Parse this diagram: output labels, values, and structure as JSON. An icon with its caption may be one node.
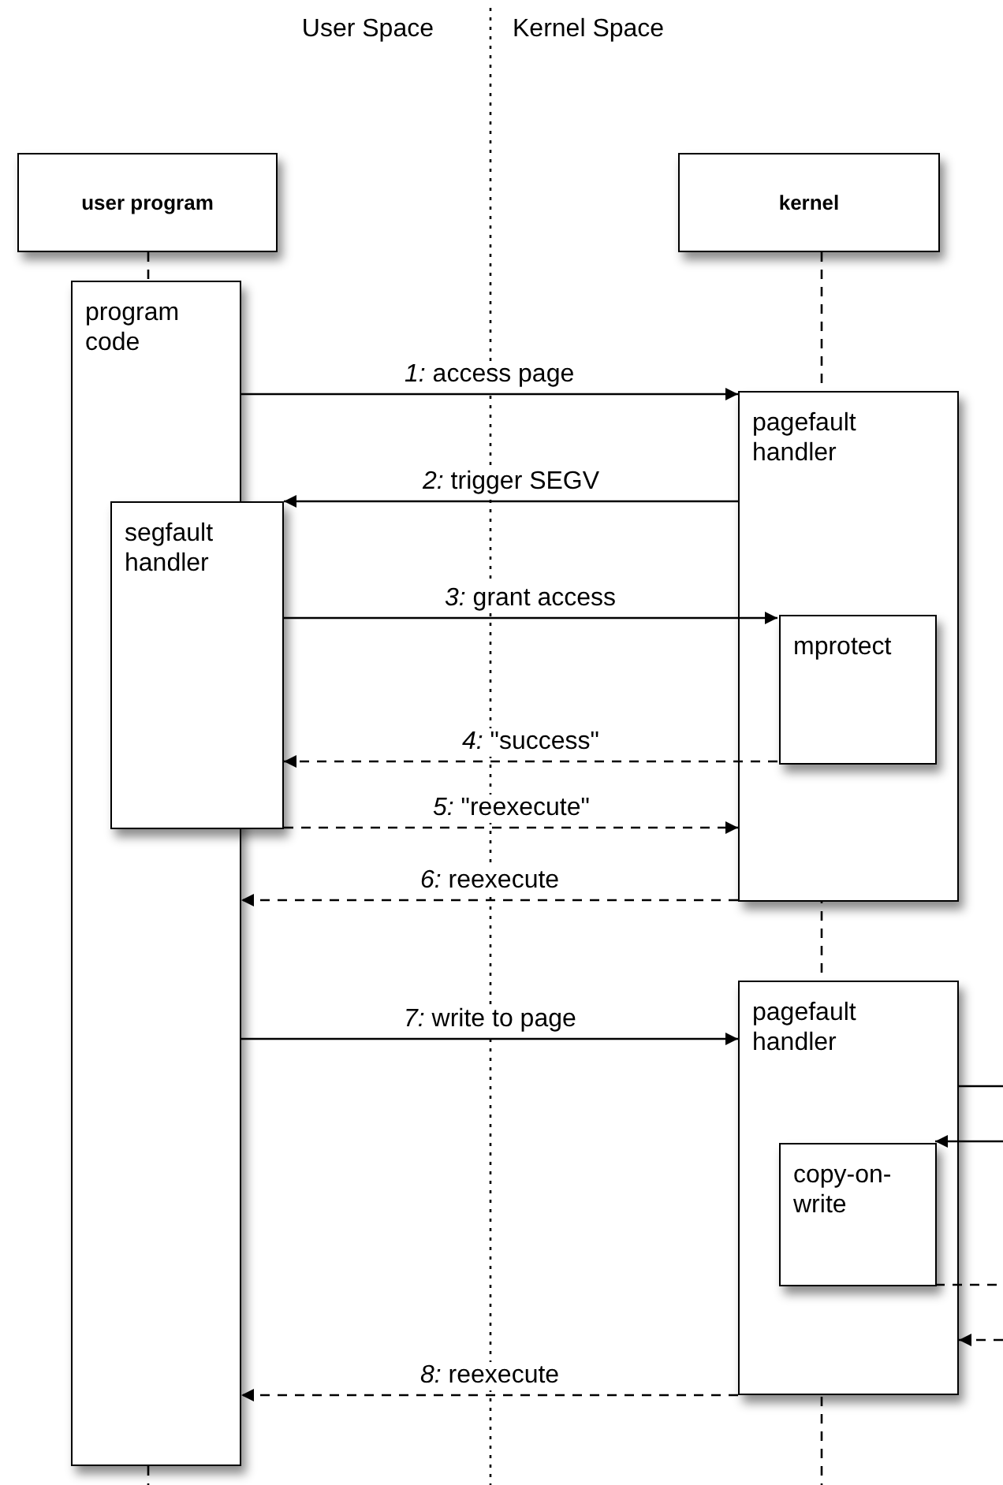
{
  "diagram": {
    "nodes": [
      {
        "text": [
          "user program"
        ]
      },
      {
        "text": [
          "kernel"
        ]
      },
      {
        "text": [
          "program code"
        ]
      },
      {
        "text": [
          "segfault handler"
        ]
      },
      {
        "text": [
          "pagefault handler"
        ]
      },
      {
        "text": [
          "mprotect"
        ],
        "in": 4
      },
      {
        "text": [
          "pagefault handler"
        ]
      },
      {
        "text": [
          "copy-on-write"
        ],
        "in": 6
      }
    ],
    "edges": [
      {
        "from": 2,
        "to": 4,
        "arrow": "to",
        "label": "*1:* access page"
      },
      {
        "from": 4,
        "to": 3,
        "arrow": "to",
        "label": "*2:* trigger SEGV"
      },
      {
        "from": 3,
        "to": 5,
        "arrow": "to",
        "label": "*3:* grant access"
      },
      {
        "from": 5,
        "to": 3,
        "arrow": "to",
        "style": "dashed",
        "label": "*4:* \"success\""
      },
      {
        "from": 3,
        "to": 4,
        "arrow": "to",
        "style": "dashed",
        "label": "*5:* \"reexecute\""
      },
      {
        "from": 4,
        "to": 2,
        "arrow": "to",
        "style": "dashed",
        "label": "*6:* reexecute"
      },
      {
        "from": 2,
        "to": 6,
        "arrow": "to",
        "label": "*7:* write to page"
      },
      {
        "from": 6,
        "to": null,
        "arrow": "none"
      },
      {
        "from": null,
        "to": 7,
        "arrow": "to"
      },
      {
        "from": 7,
        "to": null,
        "arrow": "none",
        "style": "dashed"
      },
      {
        "from": null,
        "to": 6,
        "arrow": "to",
        "style": "dashed"
      },
      {
        "from": 6,
        "to": 2,
        "arrow": "to",
        "style": "dashed",
        "label": "*8:* reexecute"
      }
    ],
    "labels": [
      "User Space",
      "Kernel Space"
    ]
  }
}
